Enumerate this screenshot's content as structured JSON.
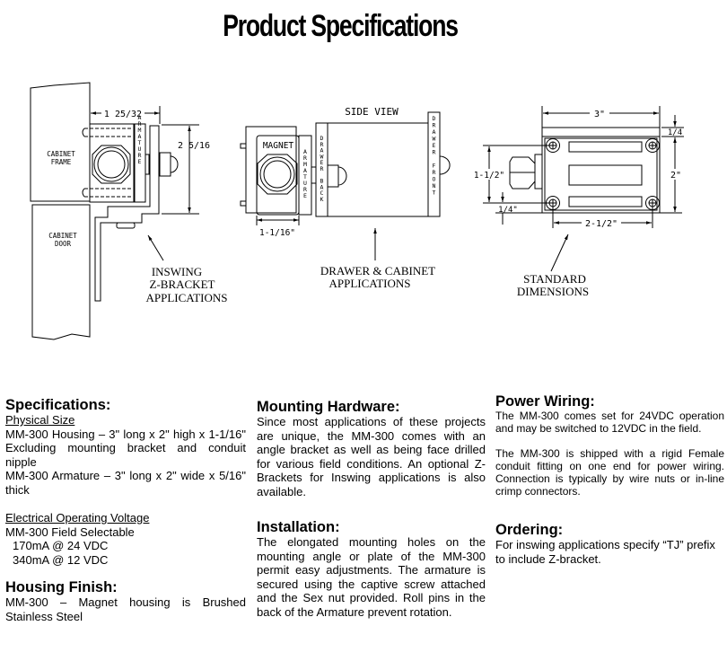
{
  "title": "Product Specifications",
  "diagrams": {
    "inswing": {
      "labels": {
        "cabinet_frame": [
          "CABINET",
          "FRAME"
        ],
        "cabinet_door": [
          "CABINET",
          "DOOR"
        ],
        "armature": "ARMATURE",
        "dim_width": "1 25/32",
        "dim_height": "2 5/16"
      },
      "caption": [
        "INSWING",
        "Z-BRACKET",
        "APPLICATIONS"
      ]
    },
    "side_view": {
      "heading": "SIDE VIEW",
      "labels": {
        "magnet": "MAGNET",
        "armature": "ARMATURE",
        "drawer_back": "DRAWER BACK",
        "drawer_front": "DRAWER FRONT",
        "dim_depth": "1-1/16\""
      },
      "caption": [
        "DRAWER & CABINET",
        "APPLICATIONS"
      ]
    },
    "standard": {
      "labels": {
        "dim_length": "3\"",
        "dim_top": "1/4",
        "dim_height": "2\"",
        "dim_hole_spacing_v": "1-1/2\"",
        "dim_offset": "1/4\"",
        "dim_hole_spacing_h": "2-1/2\""
      },
      "caption": [
        "STANDARD",
        "DIMENSIONS"
      ]
    }
  },
  "specifications": {
    "heading": "Specifications:",
    "physical_size": {
      "heading": "Physical Size",
      "lines": [
        "MM-300 Housing – 3\" long x 2\" high x 1-1/16\" Excluding mounting bracket and conduit nipple",
        "MM-300 Armature – 3\" long x 2\" wide x 5/16\" thick"
      ]
    },
    "electrical": {
      "heading": "Electrical Operating Voltage",
      "lines": [
        "MM-300 Field  Selectable",
        "170mA @ 24 VDC",
        "340mA @ 12 VDC"
      ]
    },
    "housing_finish": {
      "heading": "Housing Finish:",
      "text": "MM-300 – Magnet housing is Brushed Stainless Steel"
    }
  },
  "mounting_hardware": {
    "heading": "Mounting Hardware:",
    "text": "Since most applications of these projects are unique, the MM-300 comes with an angle bracket as well as being face drilled for various field conditions. An optional Z-Brackets for Inswing applications is also available."
  },
  "installation": {
    "heading": "Installation:",
    "text": "The elongated mounting holes on the mounting angle or plate of the MM-300 permit easy adjustments. The armature is secured using the captive screw attached and the Sex nut provided. Roll pins in the back of the Armature prevent rotation."
  },
  "power_wiring": {
    "heading": "Power Wiring:",
    "paragraphs": [
      "The MM-300 comes set for 24VDC operation and may be switched to 12VDC in the field.",
      "The MM-300 is shipped with a rigid Female conduit fitting on one end for power wiring. Connection is typically by wire nuts or in-line crimp connectors."
    ]
  },
  "ordering": {
    "heading": "Ordering:",
    "text": "For inswing applications specify “TJ” prefix to include Z-bracket."
  }
}
